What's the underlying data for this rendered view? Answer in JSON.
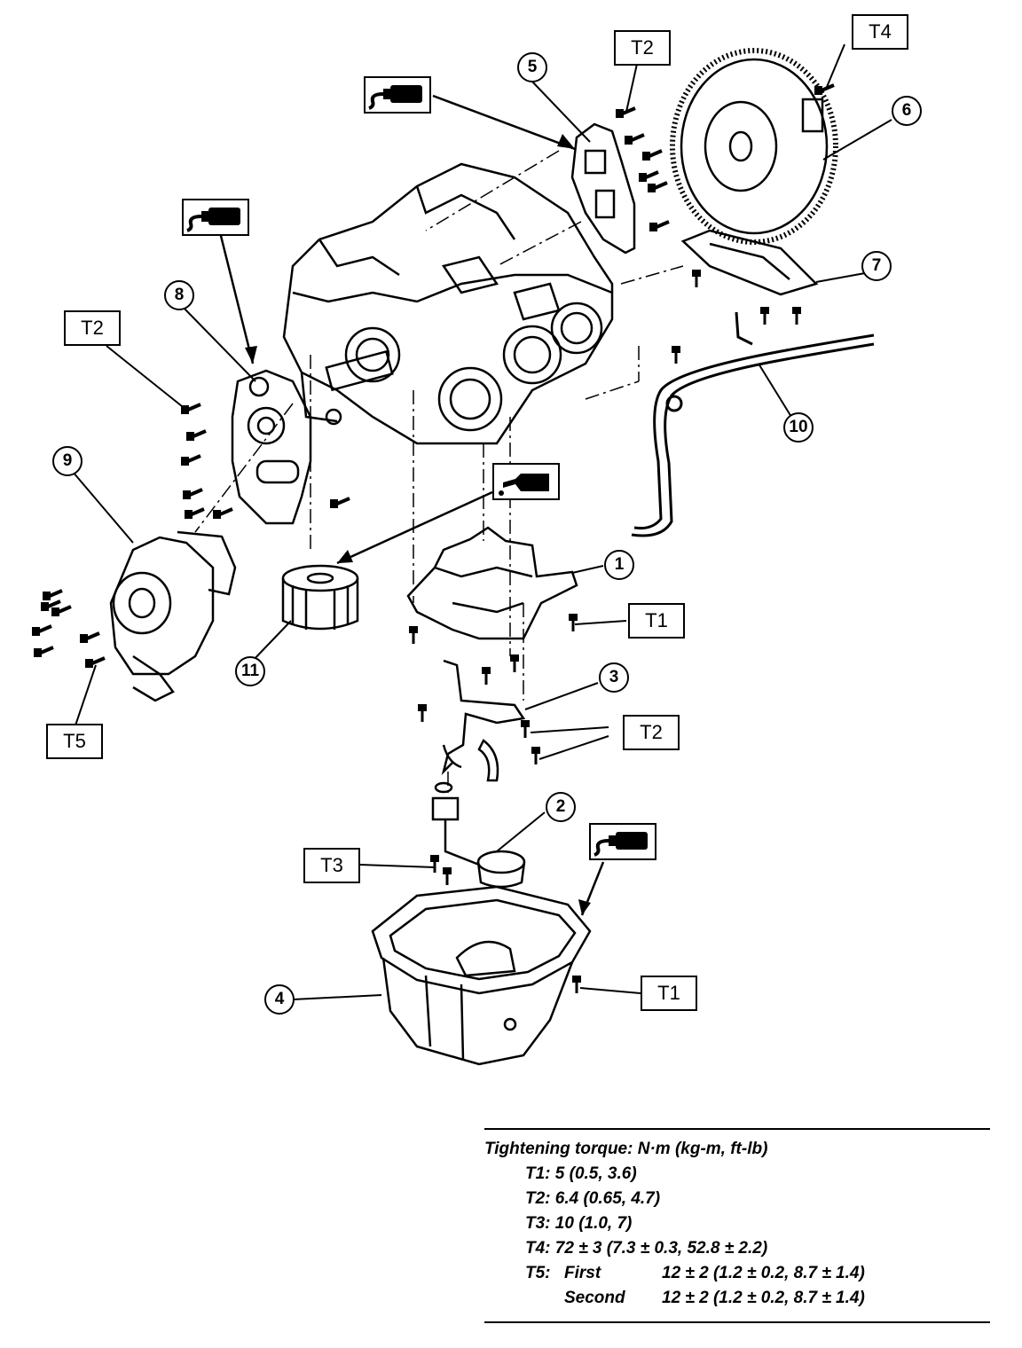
{
  "callouts": {
    "c1": "1",
    "c2": "2",
    "c3": "3",
    "c4": "4",
    "c5": "5",
    "c6": "6",
    "c7": "7",
    "c8": "8",
    "c9": "9",
    "c10": "10",
    "c11": "11"
  },
  "torque_boxes": {
    "t1a": "T1",
    "t1b": "T1",
    "t2a": "T2",
    "t2b": "T2",
    "t2c": "T2",
    "t3": "T3",
    "t4": "T4",
    "t5": "T5"
  },
  "icons": {
    "sealant": "liquid-gasket-tube-icon",
    "oil": "engine-oil-can-icon"
  },
  "legend": {
    "title": "Tightening torque: N·m (kg-m, ft-lb)",
    "t1_key": "T1:",
    "t1_val": "5 (0.5, 3.6)",
    "t2_key": "T2:",
    "t2_val": "6.4 (0.65, 4.7)",
    "t3_key": "T3:",
    "t3_val": "10 (1.0, 7)",
    "t4_key": "T4:",
    "t4_val": "72 ± 3 (7.3 ± 0.3, 52.8 ± 2.2)",
    "t5_key": "T5:",
    "t5_first_label": "First",
    "t5_first_val": "12 ± 2 (1.2 ± 0.2, 8.7 ± 1.4)",
    "t5_second_label": "Second",
    "t5_second_val": "12 ± 2 (1.2 ± 0.2, 8.7 ± 1.4)"
  }
}
